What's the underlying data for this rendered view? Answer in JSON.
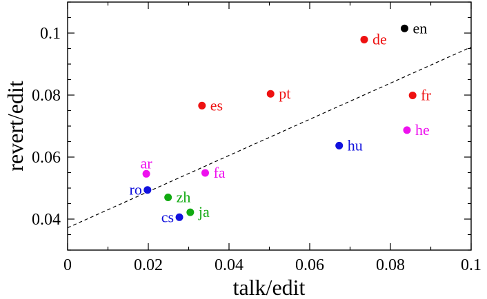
{
  "chart_data": {
    "type": "scatter",
    "xlabel": "talk/edit",
    "ylabel": "revert/edit",
    "xlim": [
      0,
      0.1
    ],
    "ylim": [
      0.03,
      0.11
    ],
    "x_ticks": [
      0,
      0.02,
      0.04,
      0.06,
      0.08,
      0.1
    ],
    "x_tick_labels": [
      "0",
      "0.02",
      "0.04",
      "0.06",
      "0.08",
      "0.1"
    ],
    "y_ticks": [
      0.04,
      0.06,
      0.08,
      0.1
    ],
    "y_tick_labels": [
      "0.04",
      "0.06",
      "0.08",
      "0.1"
    ],
    "grid": false,
    "legend": "none",
    "points": [
      {
        "label": "en",
        "x": 0.0835,
        "y": 0.1015,
        "color": "#000000",
        "label_side": "right"
      },
      {
        "label": "de",
        "x": 0.0735,
        "y": 0.0979,
        "color": "#ee1111",
        "label_side": "right"
      },
      {
        "label": "pt",
        "x": 0.0503,
        "y": 0.0804,
        "color": "#ee1111",
        "label_side": "right"
      },
      {
        "label": "es",
        "x": 0.0333,
        "y": 0.0766,
        "color": "#ee1111",
        "label_side": "right"
      },
      {
        "label": "fr",
        "x": 0.0855,
        "y": 0.0799,
        "color": "#ee1111",
        "label_side": "right"
      },
      {
        "label": "he",
        "x": 0.0841,
        "y": 0.0687,
        "color": "#ee11ee",
        "label_side": "right"
      },
      {
        "label": "hu",
        "x": 0.0673,
        "y": 0.0637,
        "color": "#1111dd",
        "label_side": "right"
      },
      {
        "label": "ar",
        "x": 0.0195,
        "y": 0.0546,
        "color": "#ee11ee",
        "label_side": "above"
      },
      {
        "label": "fa",
        "x": 0.0341,
        "y": 0.0549,
        "color": "#ee11ee",
        "label_side": "right"
      },
      {
        "label": "ro",
        "x": 0.0198,
        "y": 0.0494,
        "color": "#1111dd",
        "label_side": "left"
      },
      {
        "label": "zh",
        "x": 0.0249,
        "y": 0.047,
        "color": "#11aa11",
        "label_side": "right"
      },
      {
        "label": "ja",
        "x": 0.0304,
        "y": 0.0422,
        "color": "#11aa11",
        "label_side": "right"
      },
      {
        "label": "cs",
        "x": 0.0277,
        "y": 0.0406,
        "color": "#1111dd",
        "label_side": "left"
      }
    ],
    "fit_line": {
      "style": "dashed",
      "color": "#000000",
      "x": [
        0,
        0.1
      ],
      "y": [
        0.0372,
        0.0955
      ]
    }
  }
}
